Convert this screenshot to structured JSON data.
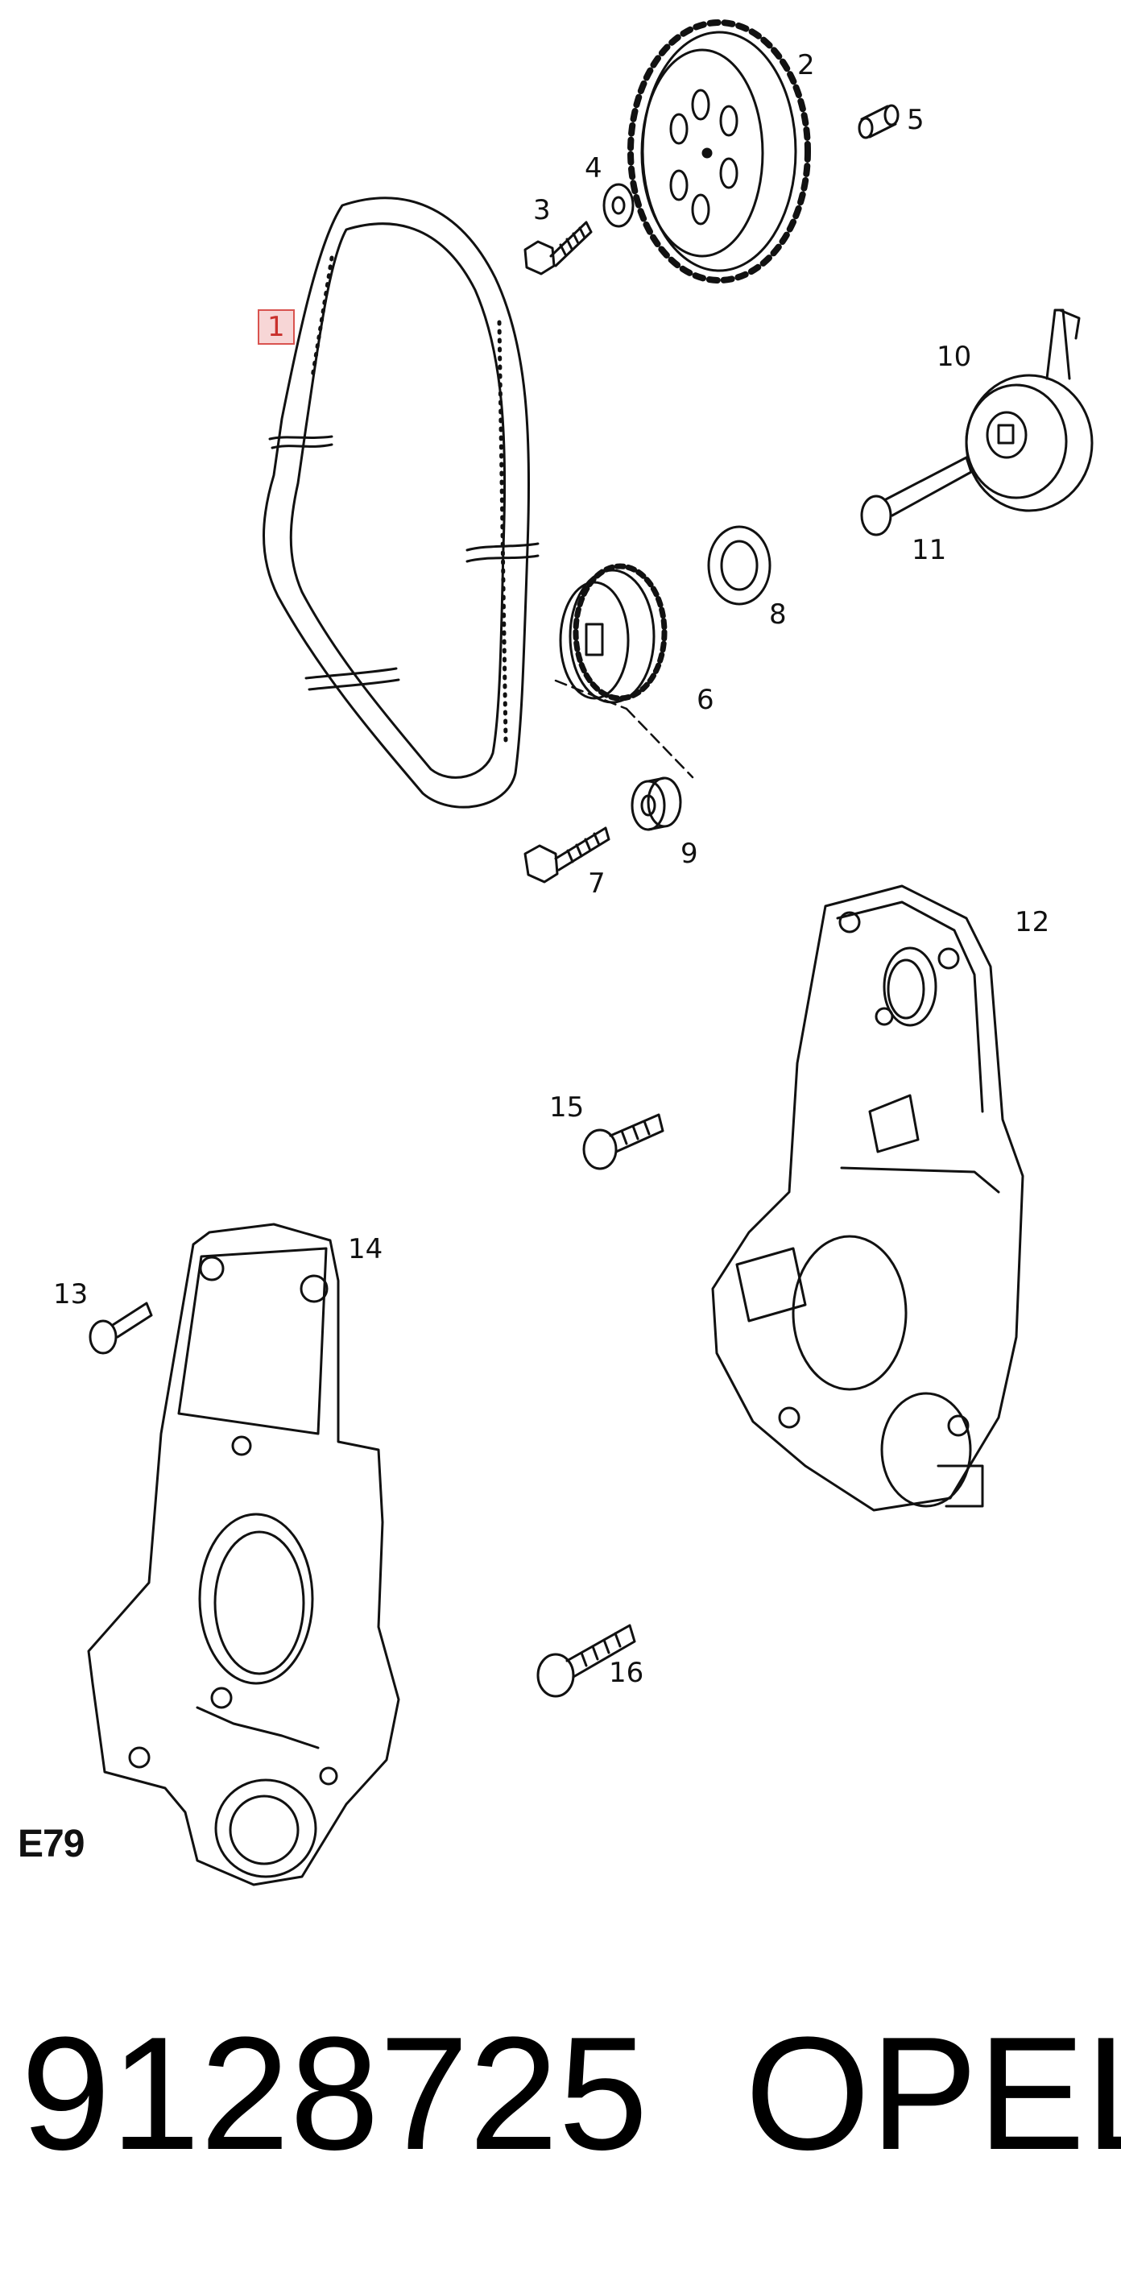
{
  "diagram": {
    "code": "E79",
    "callouts": [
      {
        "id": "1",
        "label": "1",
        "part": "timing-belt",
        "highlighted": true
      },
      {
        "id": "2",
        "label": "2",
        "part": "camshaft-sprocket"
      },
      {
        "id": "3",
        "label": "3",
        "part": "sprocket-bolt"
      },
      {
        "id": "4",
        "label": "4",
        "part": "washer"
      },
      {
        "id": "5",
        "label": "5",
        "part": "dowel-pin"
      },
      {
        "id": "6",
        "label": "6",
        "part": "crankshaft-sprocket"
      },
      {
        "id": "7",
        "label": "7",
        "part": "crankshaft-bolt"
      },
      {
        "id": "8",
        "label": "8",
        "part": "thrust-washer"
      },
      {
        "id": "9",
        "label": "9",
        "part": "spacer"
      },
      {
        "id": "10",
        "label": "10",
        "part": "tensioner-pulley"
      },
      {
        "id": "11",
        "label": "11",
        "part": "tensioner-bolt"
      },
      {
        "id": "12",
        "label": "12",
        "part": "rear-belt-cover"
      },
      {
        "id": "13",
        "label": "13",
        "part": "cover-screw"
      },
      {
        "id": "14",
        "label": "14",
        "part": "front-belt-cover"
      },
      {
        "id": "15",
        "label": "15",
        "part": "cover-bolt"
      },
      {
        "id": "16",
        "label": "16",
        "part": "cover-bolt-long"
      }
    ]
  },
  "footer": {
    "part_number": "9128725",
    "brand": "OPEL"
  },
  "colors": {
    "line": "#111111",
    "highlight_border": "#d9534f",
    "highlight_fill": "#f7d6d6"
  }
}
